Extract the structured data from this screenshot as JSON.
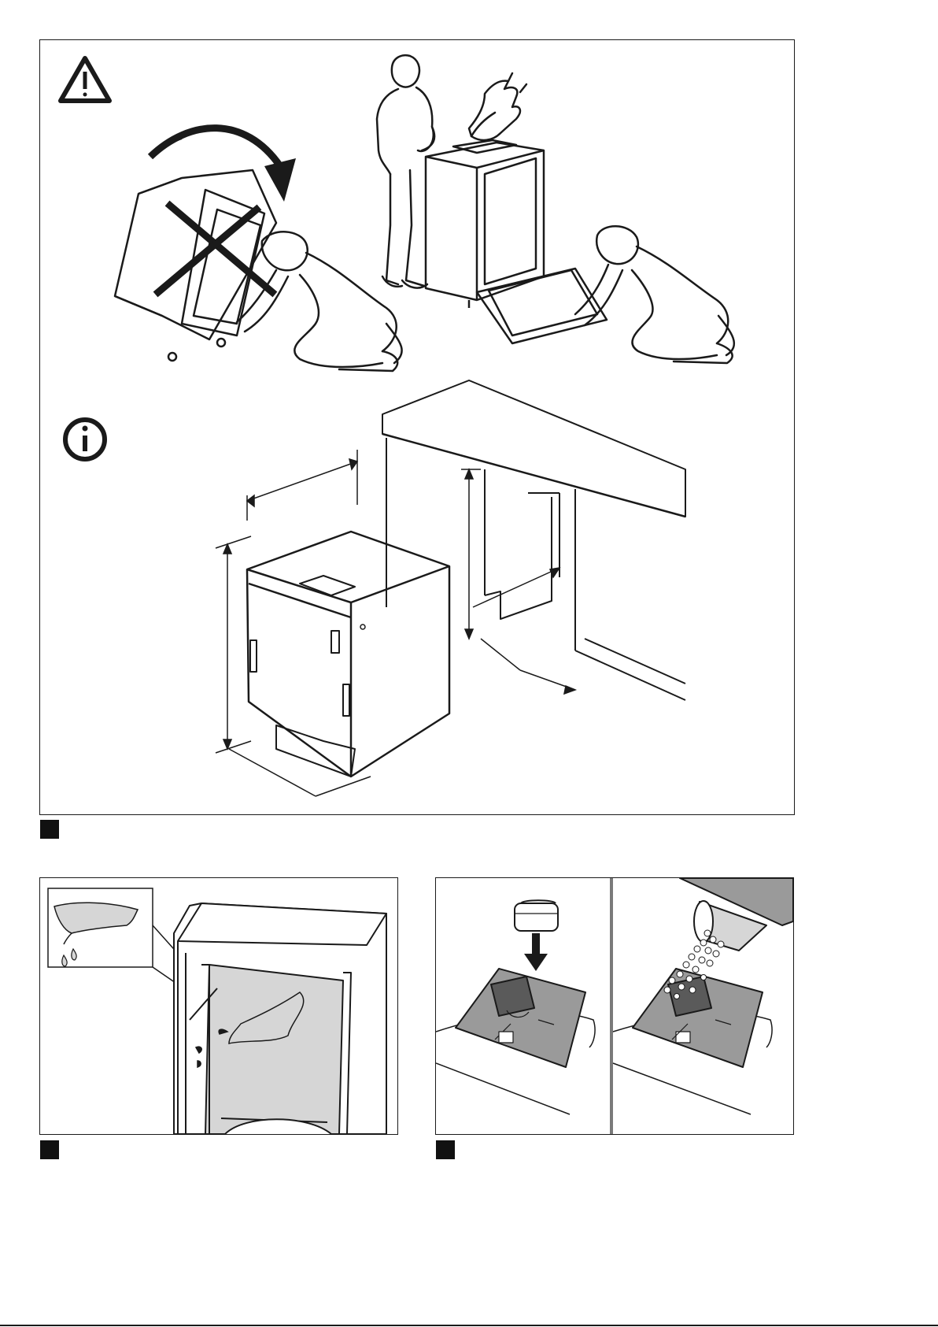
{
  "page": {
    "background": "#ffffff",
    "line_color": "#1a1a1a",
    "fill_grey": "#d6d6d6",
    "dark_grey": "#7a7a7a",
    "marker_color": "#111111"
  },
  "panels": {
    "main": {
      "icons": [
        "warning-triangle-icon",
        "info-icon",
        "hand-pointing-icon"
      ],
      "scenes": [
        "tilting-dishwasher-prohibited",
        "correct-lifting-two-people",
        "installation-dimensions"
      ]
    },
    "drying": {
      "icons": [
        "cloth-detail-icon",
        "water-drops-icon"
      ]
    },
    "detergent": {
      "icons": [
        "tablet-icon",
        "arrow-down-icon",
        "powder-scoop-icon"
      ]
    }
  }
}
